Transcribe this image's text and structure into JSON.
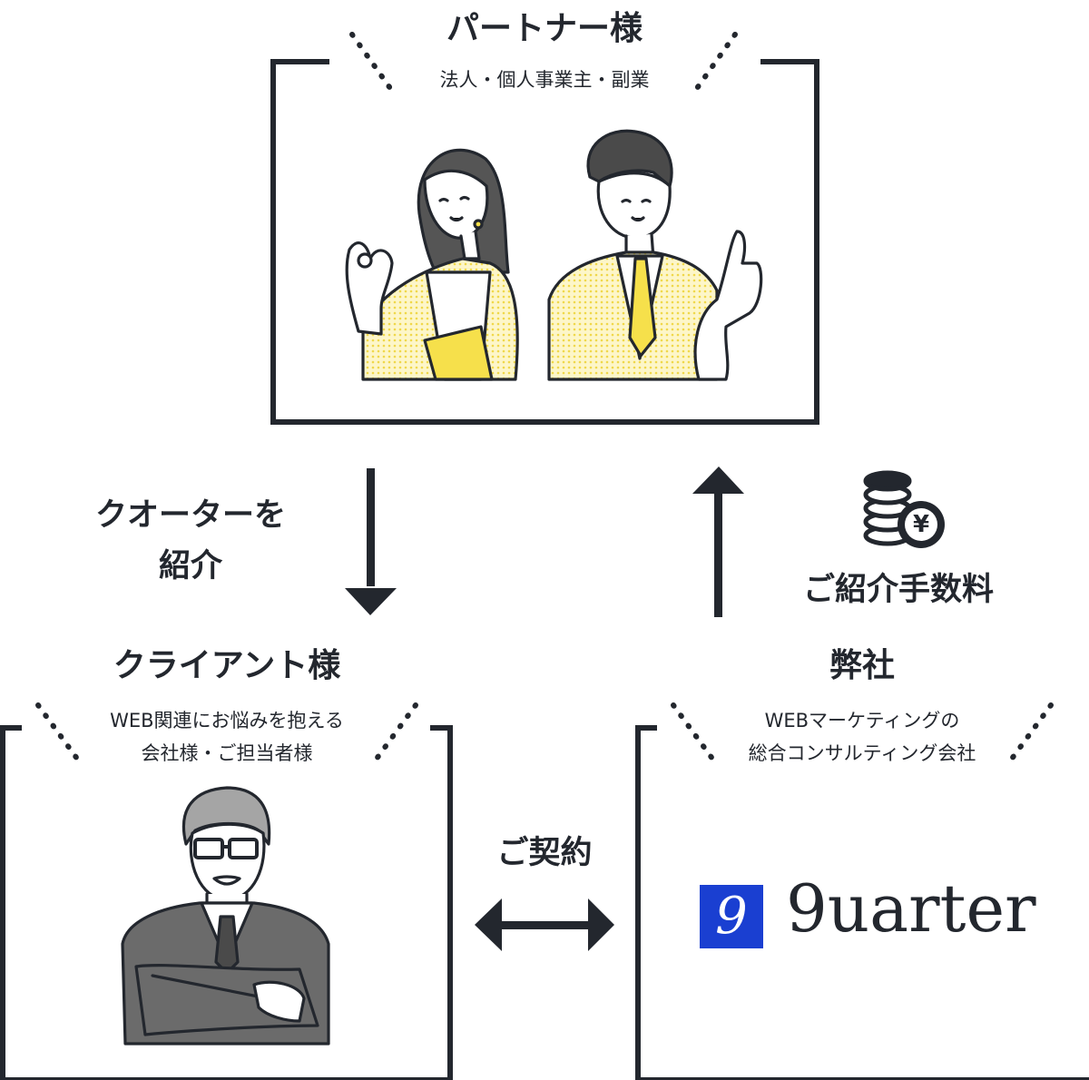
{
  "colors": {
    "frame": "#23272e",
    "accent_yellow": "#f6e04b",
    "suit_yellow": "#faecaa",
    "gray_suit": "#6b6b6b",
    "gray_light": "#a5a5a5",
    "logo_blue": "#1a3fd1"
  },
  "partner": {
    "title": "パートナー様",
    "subtitle": "法人・個人事業主・副業"
  },
  "client": {
    "title": "クライアント様",
    "subtitle_lines": [
      "WEB関連にお悩みを抱える",
      "会社様・ご担当者様"
    ]
  },
  "company": {
    "title": "弊社",
    "subtitle_lines": [
      "WEBマーケティングの",
      "総合コンサルティング会社"
    ],
    "logo_mark": "9",
    "logo_text": "9uarter"
  },
  "arrows": {
    "introduce_lines": [
      "クオーターを",
      "紹介"
    ],
    "fee_label": "ご紹介手数料",
    "yen_symbol": "¥",
    "contract_label": "ご契約"
  },
  "icons": [
    "coin-stack-icon",
    "yen-coin-icon",
    "arrow-down-icon",
    "arrow-up-icon",
    "double-arrow-icon"
  ]
}
